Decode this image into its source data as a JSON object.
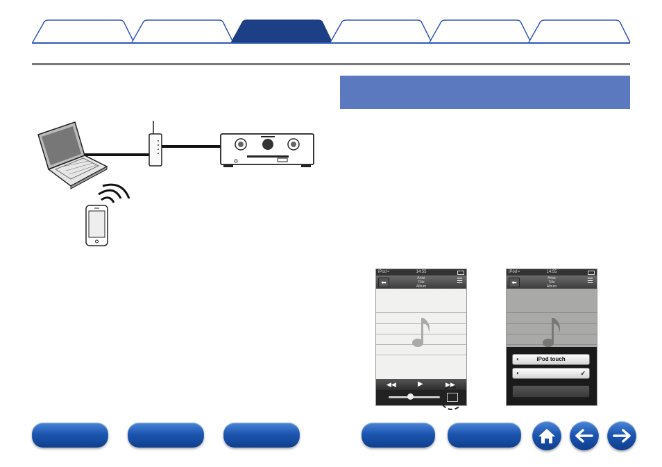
{
  "tabs": [
    {
      "label": "",
      "active": false
    },
    {
      "label": "",
      "active": false
    },
    {
      "label": "",
      "active": true
    },
    {
      "label": "",
      "active": false
    },
    {
      "label": "",
      "active": false
    },
    {
      "label": "",
      "active": false
    }
  ],
  "colors": {
    "tab_active": "#1d3f86",
    "tab_outline": "#2f58b5",
    "heading_bar": "#5b79bf",
    "button_blue": "#1c56b0"
  },
  "diagram": {
    "devices": [
      "laptop-icon",
      "router-icon",
      "av-receiver-icon",
      "smartphone-icon",
      "wireless-signal-icon"
    ]
  },
  "screenshots": {
    "left": {
      "status_left": "iPod",
      "status_time": "14:55",
      "nav_line1": "Artist",
      "nav_line2": "Title",
      "nav_line3": "Album"
    },
    "right": {
      "status_left": "iPod",
      "status_time": "14:55",
      "nav_line1": "Artist",
      "nav_line2": "Title",
      "nav_line3": "Album",
      "menu_item_1": "iPod touch",
      "menu_item_2": "",
      "menu_item_2_check": "✓"
    }
  },
  "footer": {
    "buttons": [
      "",
      "",
      "",
      "",
      ""
    ],
    "icons": [
      "home-icon",
      "back-arrow-icon",
      "forward-arrow-icon"
    ]
  }
}
